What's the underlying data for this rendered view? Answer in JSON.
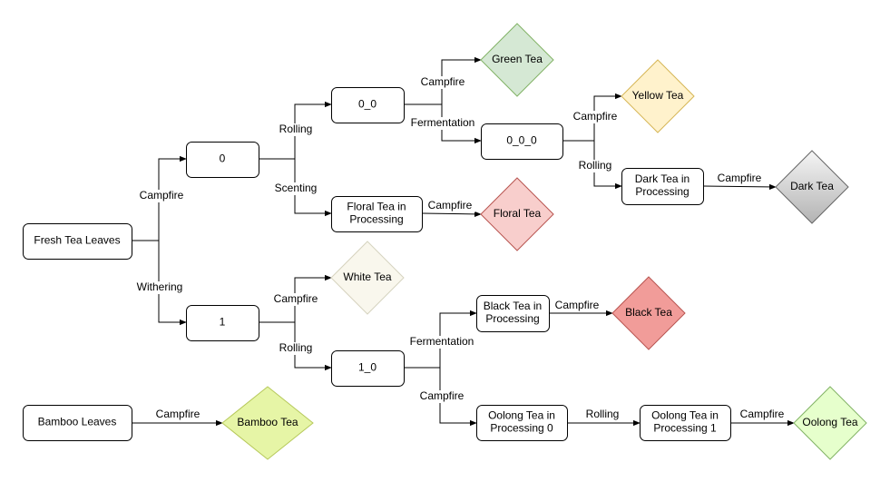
{
  "nodes": [
    {
      "id": "fresh",
      "kind": "box",
      "lines": [
        "Fresh Tea Leaves"
      ]
    },
    {
      "id": "n0",
      "kind": "box",
      "lines": [
        "0"
      ]
    },
    {
      "id": "n1",
      "kind": "box",
      "lines": [
        "1"
      ]
    },
    {
      "id": "n00",
      "kind": "box",
      "lines": [
        "0_0"
      ]
    },
    {
      "id": "n000",
      "kind": "box",
      "lines": [
        "0_0_0"
      ]
    },
    {
      "id": "floral_proc",
      "kind": "box",
      "lines": [
        "Floral Tea in",
        "Processing"
      ]
    },
    {
      "id": "n10",
      "kind": "box",
      "lines": [
        "1_0"
      ]
    },
    {
      "id": "dark_proc",
      "kind": "box",
      "lines": [
        "Dark Tea in",
        "Processing"
      ]
    },
    {
      "id": "black_proc",
      "kind": "box",
      "lines": [
        "Black Tea in",
        "Processing"
      ]
    },
    {
      "id": "oolong0",
      "kind": "box",
      "lines": [
        "Oolong Tea in",
        "Processing 0"
      ]
    },
    {
      "id": "oolong1",
      "kind": "box",
      "lines": [
        "Oolong Tea in",
        "Processing 1"
      ]
    },
    {
      "id": "bamboo_leaves",
      "kind": "box",
      "lines": [
        "Bamboo Leaves"
      ]
    },
    {
      "id": "green",
      "kind": "diamond",
      "lines": [
        "Green Tea"
      ],
      "fill": "#d5e8d4",
      "stroke": "#82b366"
    },
    {
      "id": "yellow",
      "kind": "diamond",
      "lines": [
        "Yellow Tea"
      ],
      "fill": "#fff2cc",
      "stroke": "#d6b656"
    },
    {
      "id": "dark",
      "kind": "diamond",
      "lines": [
        "Dark Tea"
      ],
      "fill": "#c8c8c8",
      "stroke": "#666666",
      "gradient": true
    },
    {
      "id": "floral",
      "kind": "diamond",
      "lines": [
        "Floral Tea"
      ],
      "fill": "#f8cecc",
      "stroke": "#b85450"
    },
    {
      "id": "white",
      "kind": "diamond",
      "lines": [
        "White Tea"
      ],
      "fill": "#f9f7ed",
      "stroke": "#d6d3bf",
      "textColor": "#333333"
    },
    {
      "id": "black",
      "kind": "diamond",
      "lines": [
        "Black Tea"
      ],
      "fill": "#f19c99",
      "stroke": "#b85450"
    },
    {
      "id": "oolong",
      "kind": "diamond",
      "lines": [
        "Oolong Tea"
      ],
      "fill": "#e6ffcc",
      "stroke": "#82b366"
    },
    {
      "id": "bamboo",
      "kind": "diamond",
      "lines": [
        "Bamboo Tea"
      ],
      "fill": "#e6f5a6",
      "stroke": "#b6c85a"
    }
  ],
  "edges": [
    {
      "from": "fresh",
      "to": "n0",
      "label": "Campfire"
    },
    {
      "from": "fresh",
      "to": "n1",
      "label": "Withering"
    },
    {
      "from": "n0",
      "to": "n00",
      "label": "Rolling"
    },
    {
      "from": "n0",
      "to": "floral_proc",
      "label": "Scenting"
    },
    {
      "from": "n00",
      "to": "green",
      "label": "Campfire"
    },
    {
      "from": "n00",
      "to": "n000",
      "label": "Fermentation"
    },
    {
      "from": "n000",
      "to": "yellow",
      "label": "Campfire"
    },
    {
      "from": "n000",
      "to": "dark_proc",
      "label": "Rolling"
    },
    {
      "from": "dark_proc",
      "to": "dark",
      "label": "Campfire"
    },
    {
      "from": "floral_proc",
      "to": "floral",
      "label": "Campfire"
    },
    {
      "from": "n1",
      "to": "white",
      "label": "Campfire"
    },
    {
      "from": "n1",
      "to": "n10",
      "label": "Rolling"
    },
    {
      "from": "n10",
      "to": "black_proc",
      "label": "Fermentation"
    },
    {
      "from": "n10",
      "to": "oolong0",
      "label": "Campfire"
    },
    {
      "from": "black_proc",
      "to": "black",
      "label": "Campfire"
    },
    {
      "from": "oolong0",
      "to": "oolong1",
      "label": "Rolling"
    },
    {
      "from": "oolong1",
      "to": "oolong",
      "label": "Campfire"
    },
    {
      "from": "bamboo_leaves",
      "to": "bamboo",
      "label": "Campfire"
    }
  ]
}
